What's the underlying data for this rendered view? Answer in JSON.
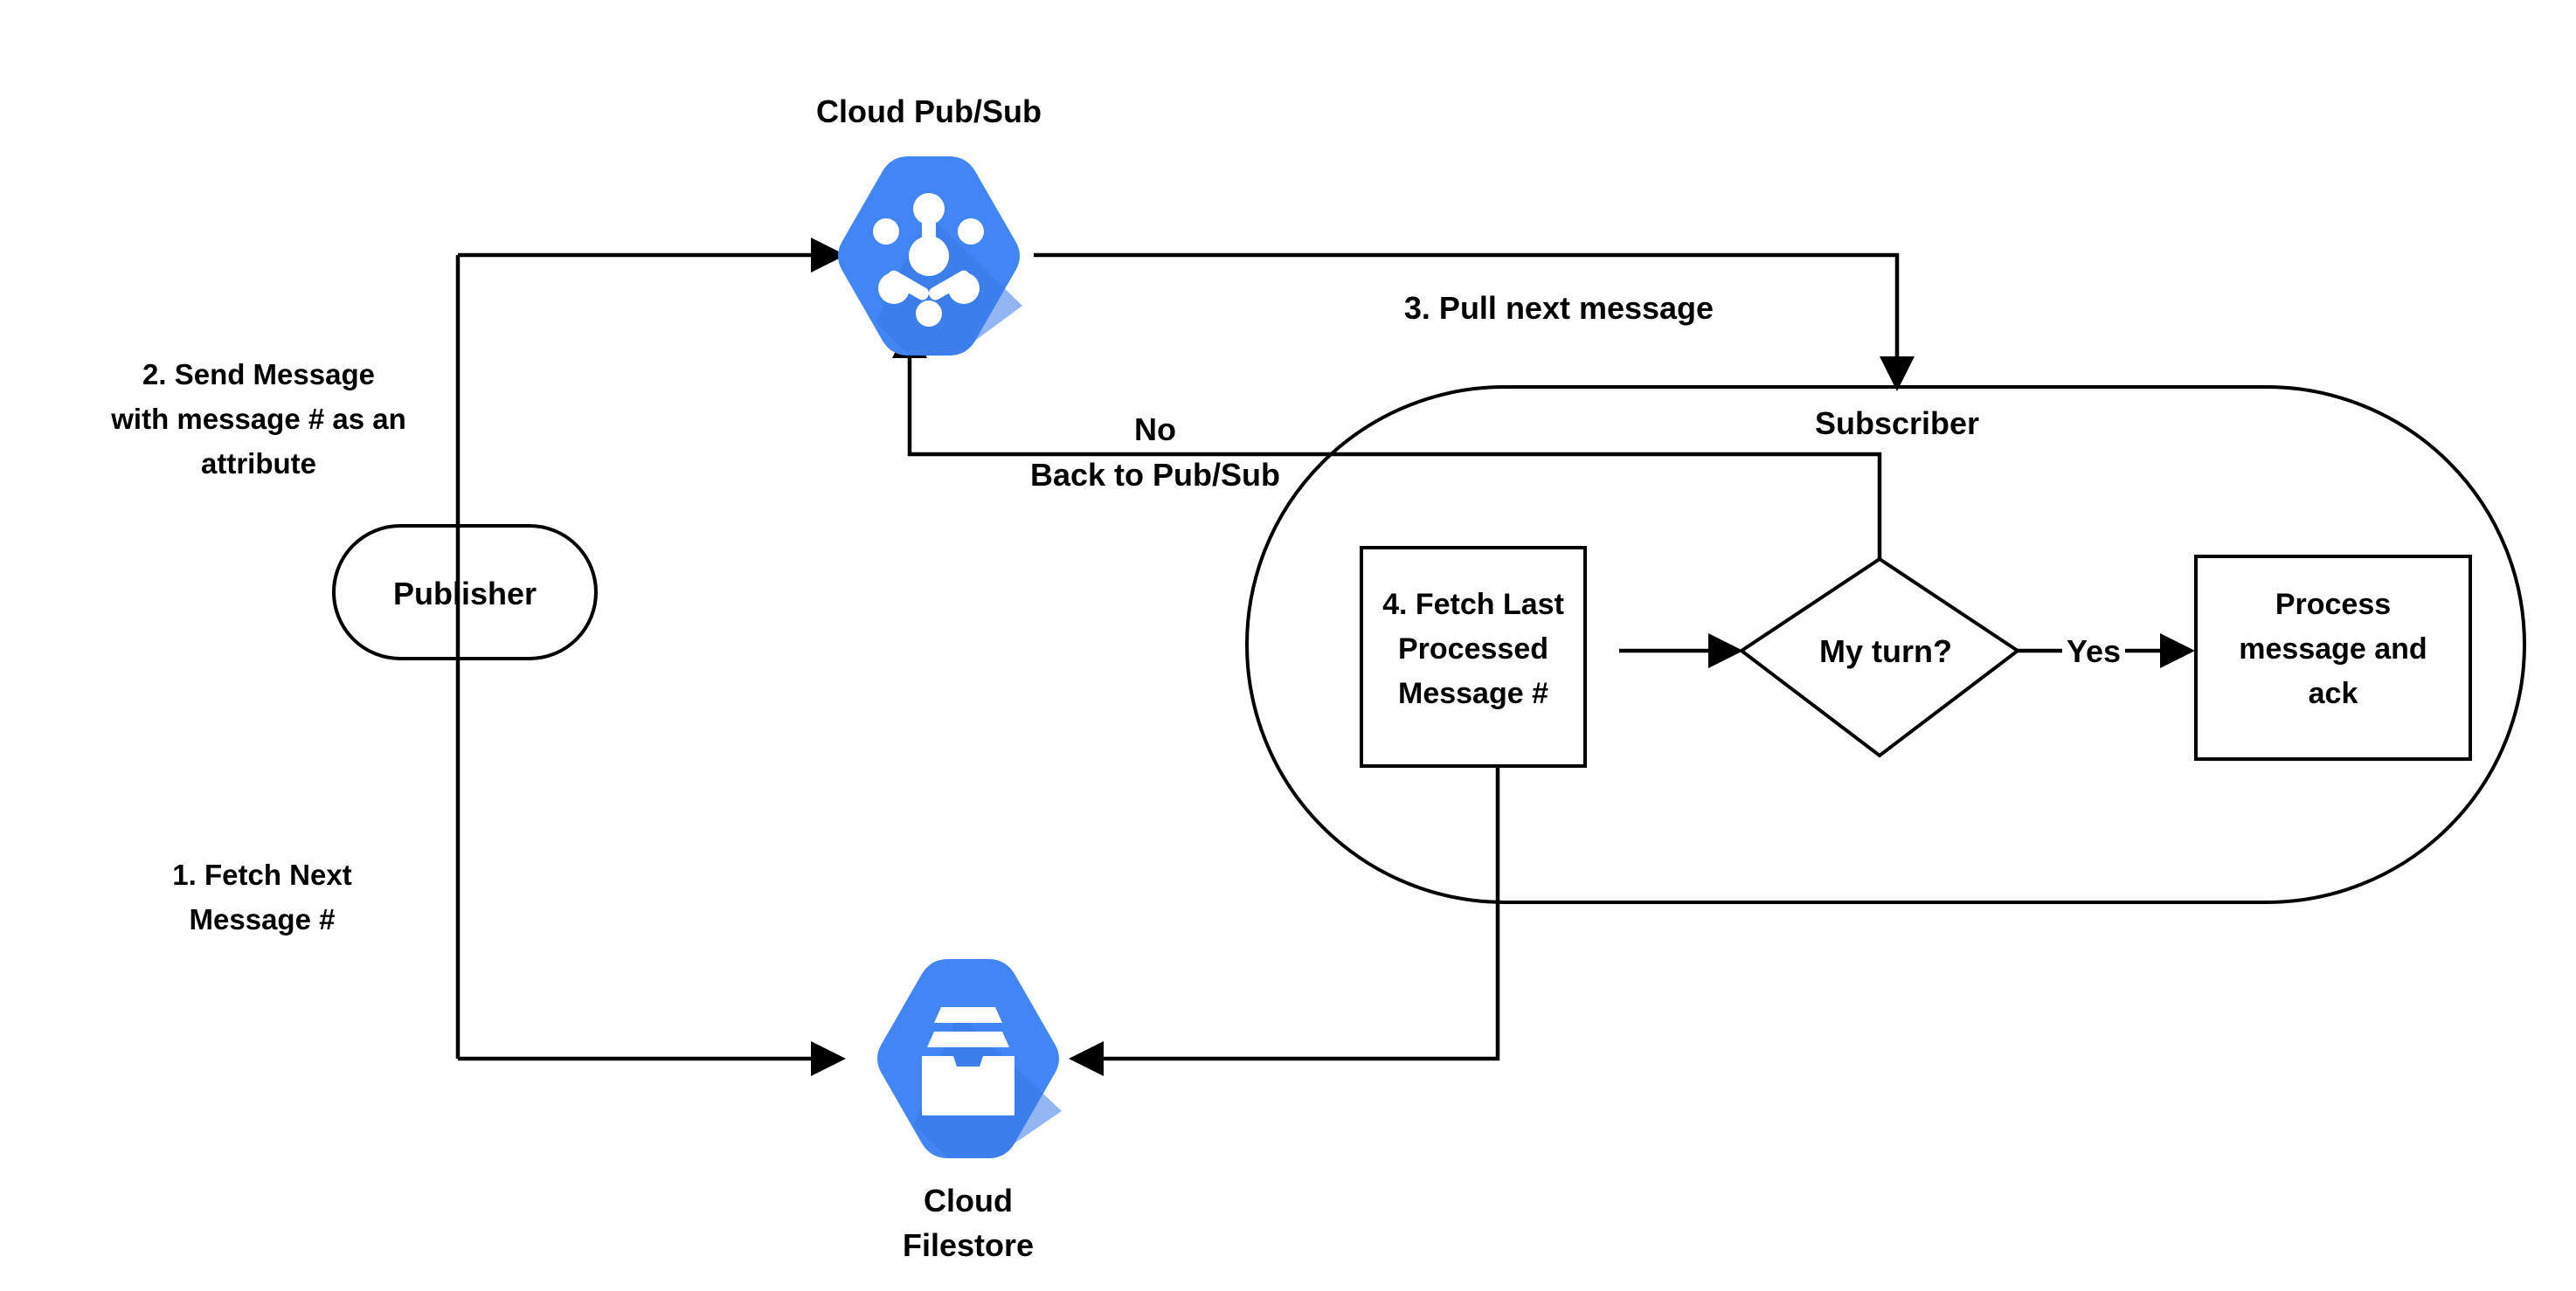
{
  "diagram": {
    "title": "Cloud Pub/Sub ordered message processing flow",
    "background_color": "#FFFFFF",
    "line_color": "#000000",
    "brand_color": "#4285F4",
    "brand_shadow_color": "#3B78E7"
  },
  "nodes": {
    "pubsub": {
      "label": "Cloud Pub/Sub",
      "icon": "cloud-pubsub-hexagon-icon",
      "shape": "hexagon"
    },
    "publisher": {
      "label": "Publisher",
      "shape": "stadium"
    },
    "filestore": {
      "label_line1": "Cloud",
      "label_line2": "Filestore",
      "icon": "cloud-filestore-hexagon-icon",
      "shape": "hexagon"
    },
    "subscriber": {
      "label": "Subscriber",
      "shape": "stadium-container"
    },
    "fetch_last": {
      "line1": "4. Fetch Last",
      "line2": "Processed",
      "line3": "Message #",
      "shape": "rectangle"
    },
    "decision": {
      "label": "My turn?",
      "shape": "diamond"
    },
    "process": {
      "line1": "Process",
      "line2": "message and",
      "line3": "ack",
      "shape": "rectangle"
    }
  },
  "edges": {
    "step1": {
      "line1": "1. Fetch Next",
      "line2": "Message #"
    },
    "step2": {
      "line1": "2. Send Message",
      "line2": "with message # as an",
      "line3": "attribute"
    },
    "step3": {
      "label": "3. Pull next message"
    },
    "no_branch": {
      "line1": "No",
      "line2": "Back to Pub/Sub"
    },
    "yes_branch": {
      "label": "Yes"
    }
  }
}
